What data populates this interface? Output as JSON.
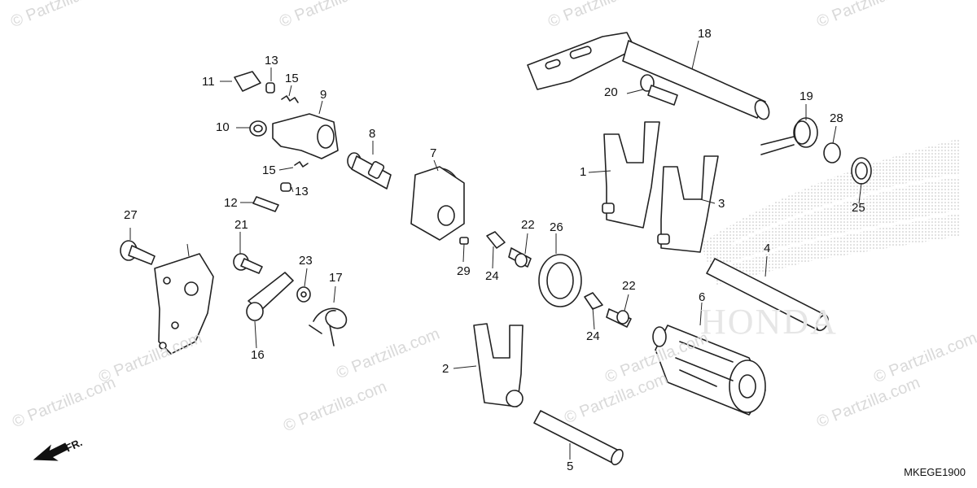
{
  "watermark": "© Partzilla.com",
  "brand_text": "HONDA",
  "diagram_code": "MKEGE1900",
  "front_label": "FR.",
  "callouts": [
    "1",
    "2",
    "3",
    "4",
    "5",
    "6",
    "7",
    "8",
    "9",
    "10",
    "11",
    "12",
    "13",
    "13",
    "15",
    "15",
    "16",
    "17",
    "18",
    "19",
    "20",
    "21",
    "22",
    "22",
    "23",
    "24",
    "24",
    "25",
    "26",
    "27",
    "28",
    "29"
  ]
}
